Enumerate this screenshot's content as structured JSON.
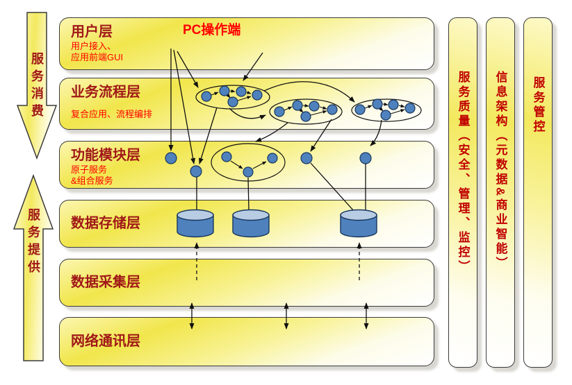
{
  "pc_label": "PC操作端",
  "left_arrows": [
    {
      "label": "服务消费",
      "direction": "down"
    },
    {
      "label": "服务提供",
      "direction": "up"
    }
  ],
  "layers": [
    {
      "title": "用户层",
      "subtitle_lines": [
        "用户接入、",
        "应用前端GUI"
      ]
    },
    {
      "title": "业务流程层",
      "subtitle_lines": [
        "复合应用、流程编排"
      ]
    },
    {
      "title": "功能模块层",
      "subtitle_lines": [
        "原子服务",
        "&组合服务"
      ]
    },
    {
      "title": "数据存储层",
      "subtitle_lines": []
    },
    {
      "title": "数据采集层",
      "subtitle_lines": []
    },
    {
      "title": "网络通讯层",
      "subtitle_lines": []
    }
  ],
  "right_bars": [
    {
      "label": "服务质量（安全、管理、监控）"
    },
    {
      "label": "信息架构（元数据&商业智能）"
    },
    {
      "label": "服务管控"
    }
  ],
  "colors": {
    "layer_title_red": "#a01818",
    "subtitle_red": "#ff0000",
    "bar_text_red": "#c00000",
    "service_node_blue": "#4f81bd",
    "node_outline_navy": "#17375e",
    "cylinder_top_blue": "#b8cce4",
    "box_yellow": "#f1e64c",
    "box_border": "#3a3a3a"
  },
  "icons": {
    "service_node": "blue-circle",
    "service_composition": "ellipse-with-linked-circles",
    "database": "blue-cylinder",
    "flow_connector": "black-arrow",
    "data_collect_flow": "dashed-up-arrow",
    "network_exchange": "double-headed-arrow"
  }
}
